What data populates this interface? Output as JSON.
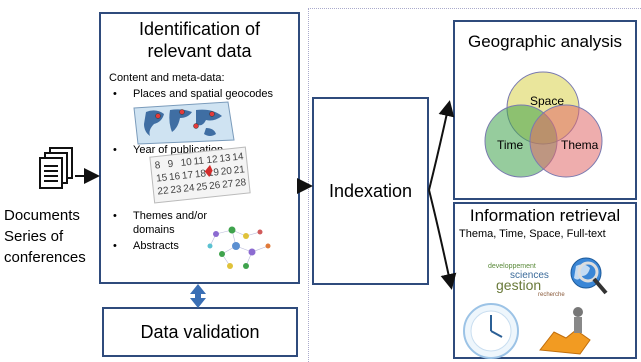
{
  "documents": {
    "line1": "Documents",
    "line2": "Series of",
    "line3": "conferences"
  },
  "identification": {
    "title_line1": "Identification of",
    "title_line2": "relevant data",
    "subtitle": "Content and meta-data:",
    "bullets": [
      "Places and spatial geocodes",
      "Year of publication",
      "Themes and/or",
      "domains",
      "Abstracts"
    ]
  },
  "calendar_numbers": [
    "8",
    "9",
    "10",
    "11",
    "12",
    "13",
    "14",
    "15",
    "16",
    "17",
    "18",
    "19",
    "20",
    "21",
    "22",
    "23",
    "24",
    "25",
    "26",
    "27",
    "28"
  ],
  "validation": {
    "title": "Data validation"
  },
  "indexation": {
    "title": "Indexation"
  },
  "geo": {
    "title": "Geographic analysis",
    "space": "Space",
    "time": "Time",
    "thema": "Thema"
  },
  "retrieval": {
    "title": "Information retrieval",
    "subtitle": "Thema, Time, Space, Full-text",
    "cloud_words": [
      "developpement",
      "sciences",
      "gestion",
      "recherche"
    ]
  },
  "colors": {
    "border": "#2f4b7c",
    "arrow": "#3a6fb5",
    "space": "#d9d24a",
    "time": "#3fa34d",
    "thema": "#e06a6a",
    "overlap": "#5b7fa0"
  }
}
